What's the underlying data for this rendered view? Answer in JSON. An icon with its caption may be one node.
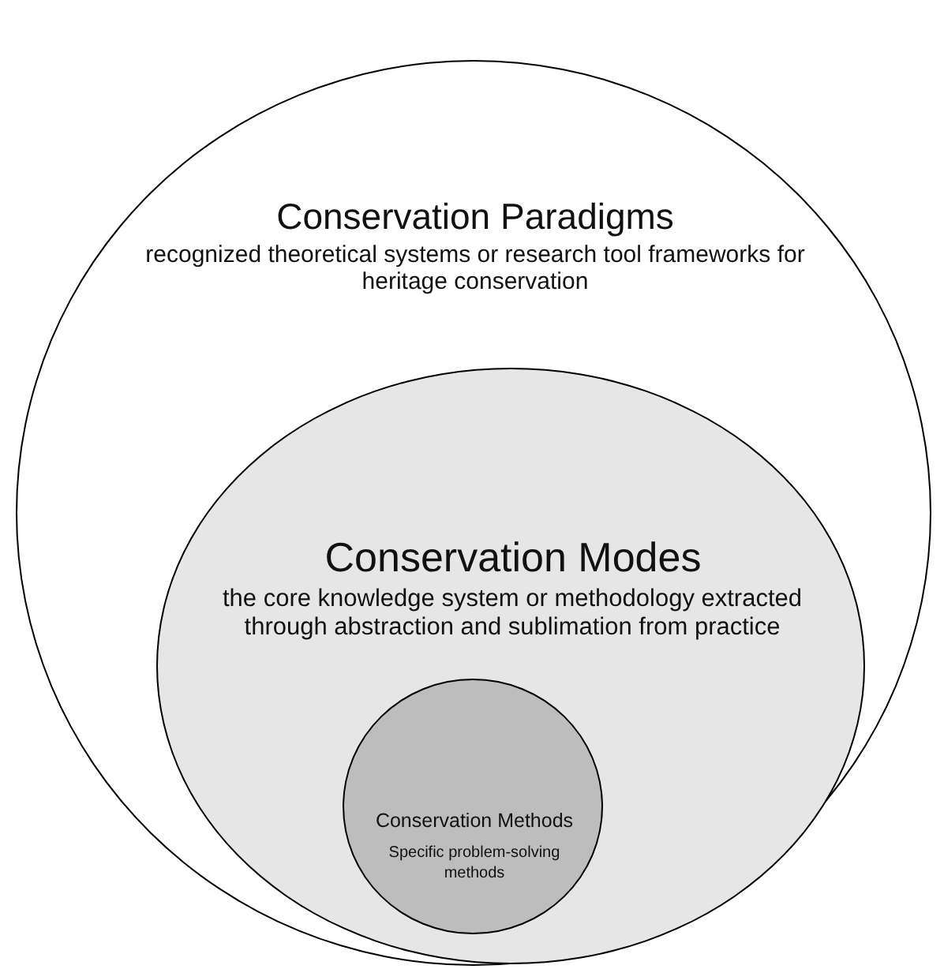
{
  "diagram": {
    "nodes": [
      {
        "text": [
          "Conservation Paradigms",
          "recognized theoretical systems or research tool frameworks for heritage conservation"
        ]
      },
      {
        "text": [
          "Conservation Modes",
          "the core knowledge system or methodology extracted through abstraction and sublimation from practice"
        ],
        "in": 0
      },
      {
        "text": [
          "Conservation Methods",
          "Specific problem-solving methods"
        ],
        "in": 1
      }
    ]
  }
}
